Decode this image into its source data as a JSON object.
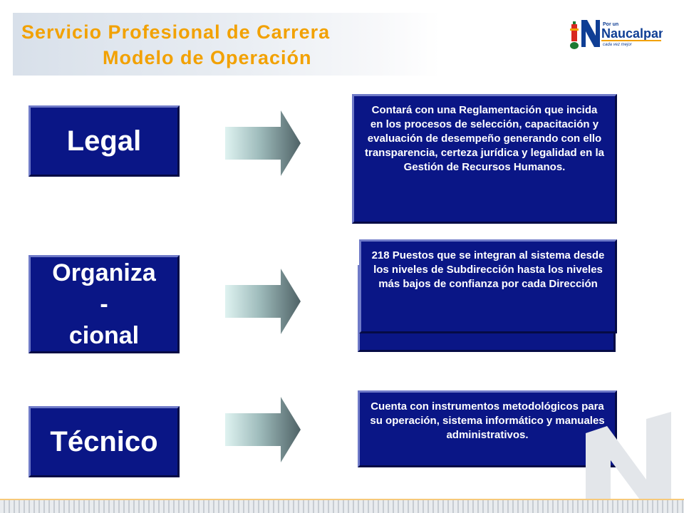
{
  "header": {
    "title_line1": "Servicio Profesional de Carrera",
    "title_line2": "Modelo de Operación"
  },
  "logo": {
    "tagline_top": "Por un",
    "name": "Naucalpan",
    "tagline_bottom": "cada vez mejor"
  },
  "categories": [
    {
      "label": "Legal"
    },
    {
      "label": "Organiza-cional"
    },
    {
      "label": "Técnico"
    }
  ],
  "descriptions": [
    {
      "text": "Contará con una Reglamentación que incida en los procesos de selección, capacitación y evaluación de desempeño generando con ello transparencia, certeza jurídica y legalidad en la Gestión de Recursos Humanos."
    },
    {
      "text": "218 Puestos que se integran al sistema desde los niveles de Subdirección hasta los niveles más bajos de confianza por cada Dirección"
    },
    {
      "text": "Cuenta con instrumentos metodológicos para su operación, sistema informático y manuales administrativos."
    }
  ],
  "colors": {
    "title": "#f2a100",
    "box_fill": "#0a1686",
    "box_text": "#ffffff"
  }
}
